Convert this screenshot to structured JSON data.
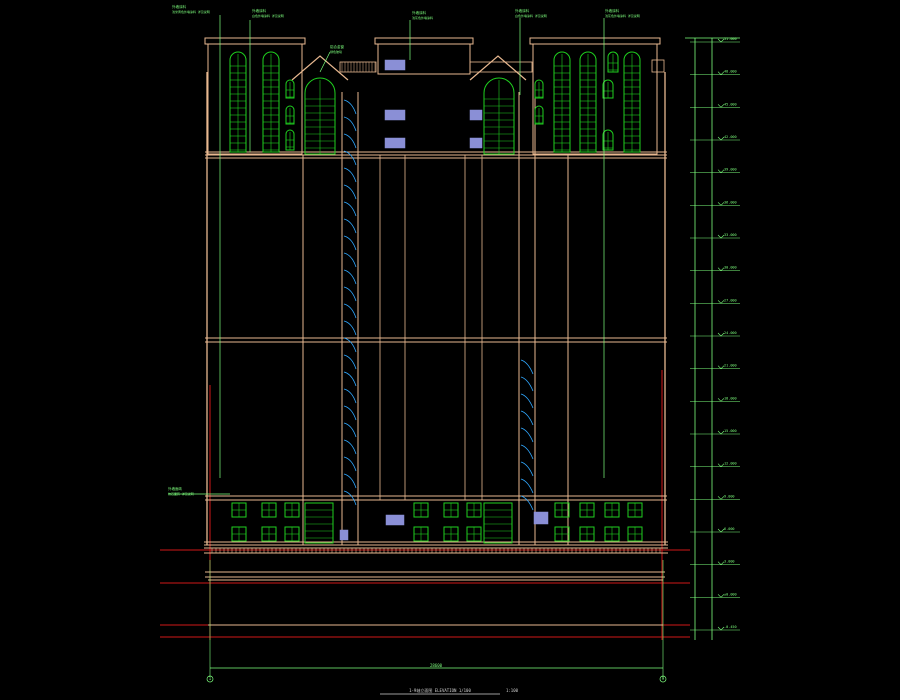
{
  "colors": {
    "background": "#000000",
    "outline": "#e8b890",
    "window": "#1fd01f",
    "glass": "#8a8fd6",
    "annotation": "#7dff7d",
    "section_line": "#d01818",
    "stair": "#30a8ff",
    "title": "#d0d0d0"
  },
  "drawing": {
    "title": "1-9轴立面图 ELEVATION 1/100",
    "scale": "1:100",
    "axis_left": "1",
    "axis_right": "9",
    "overall_width_dim": "28600"
  },
  "annotations": [
    {
      "text": "外墙涂料",
      "sub": "浅米黄色外墙涂料 详见说明"
    },
    {
      "text": "外墙涂料",
      "sub": "白色外墙涂料 详见说明"
    },
    {
      "text": "外墙涂料",
      "sub": "浅灰色外墙涂料"
    },
    {
      "text": "外墙涂料",
      "sub": "白色外墙涂料 详见说明"
    },
    {
      "text": "外墙涂料",
      "sub": "浅灰色外墙涂料 详见说明"
    },
    {
      "text": "铝合金窗",
      "sub": "绿色玻璃"
    },
    {
      "text": "外墙面砖",
      "sub": "仿石面砖 详见说明"
    }
  ],
  "levels": [
    "51.000",
    "48.000",
    "45.000",
    "42.000",
    "39.000",
    "36.000",
    "33.000",
    "30.000",
    "27.000",
    "24.000",
    "21.000",
    "18.000",
    "15.000",
    "12.000",
    "9.000",
    "6.000",
    "3.000",
    "±0.000",
    "-0.450"
  ]
}
